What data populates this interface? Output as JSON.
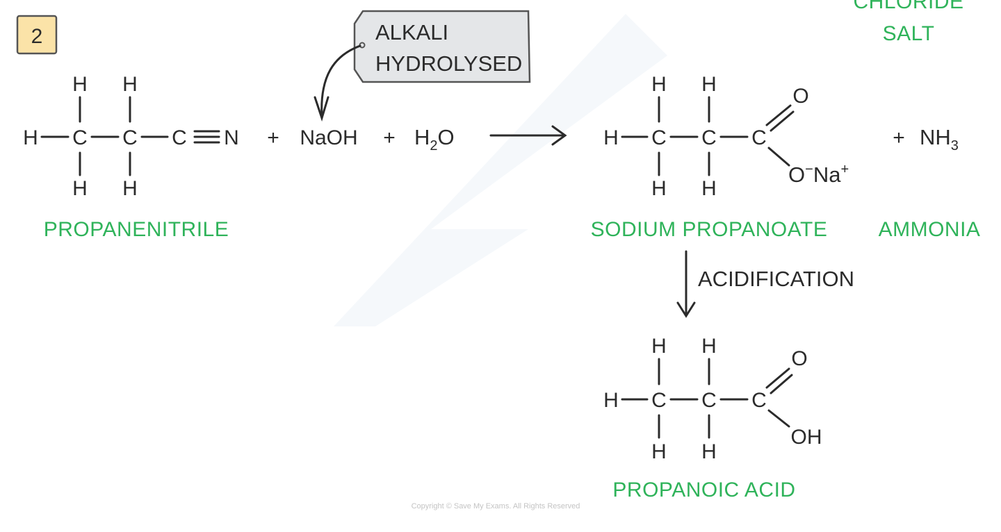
{
  "step_number": "2",
  "condition_tag": {
    "line1": "ALKALI",
    "line2": "HYDROLYSED"
  },
  "top_right_label": {
    "line1": "CHLORIDE",
    "line2": "SALT"
  },
  "reactant": {
    "name": "PROPANENITRILE",
    "atoms": [
      "H",
      "C",
      "C",
      "C",
      "N",
      "H",
      "H",
      "H",
      "H"
    ]
  },
  "reagents": {
    "plus": "+",
    "naoh": "NaOH",
    "water": {
      "main": "H",
      "sub": "2",
      "end": "O"
    }
  },
  "product_salt": {
    "name": "SODIUM PROPANOATE",
    "atoms": [
      "H",
      "C",
      "C",
      "C",
      "O",
      "H",
      "H",
      "H",
      "H"
    ],
    "ionic": {
      "o": "O",
      "o_charge": "−",
      "na": "Na",
      "na_charge": "+"
    }
  },
  "byproduct": {
    "name": "AMMONIA",
    "formula": {
      "main": "NH",
      "sub": "3"
    }
  },
  "step_label": "ACIDIFICATION",
  "final_product": {
    "name": "PROPANOIC ACID",
    "atoms": [
      "H",
      "C",
      "C",
      "C",
      "O",
      "OH",
      "H",
      "H",
      "H",
      "H"
    ]
  },
  "copyright": "Copyright © Save My Exams. All Rights Reserved",
  "colors": {
    "label_green": "#2fb35a",
    "badge_fill": "#fbe3a8",
    "tag_fill": "#e4e6e8",
    "ink": "#2b2b2b"
  }
}
